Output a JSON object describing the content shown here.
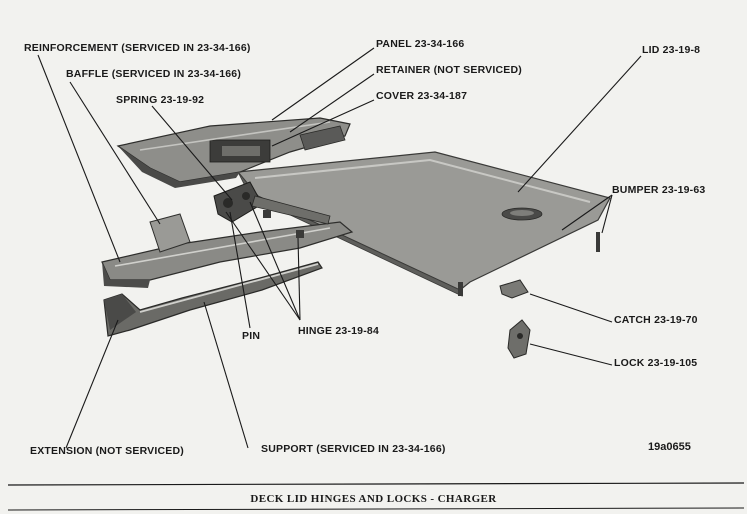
{
  "caption": "DECK LID HINGES AND LOCKS - CHARGER",
  "figure_number": "19a0655",
  "labels": {
    "reinforcement": "REINFORCEMENT (SERVICED IN 23-34-166)",
    "baffle": "BAFFLE (SERVICED IN 23-34-166)",
    "spring": "SPRING 23-19-92",
    "panel": "PANEL 23-34-166",
    "retainer": "RETAINER (NOT SERVICED)",
    "cover": "COVER 23-34-187",
    "lid": "LID 23-19-8",
    "bumper": "BUMPER 23-19-63",
    "catch": "CATCH 23-19-70",
    "lock": "LOCK 23-19-105",
    "pin": "PIN",
    "hinge": "HINGE 23-19-84",
    "extension": "EXTENSION (NOT SERVICED)",
    "support": "SUPPORT (SERVICED IN 23-34-166)"
  },
  "colors": {
    "paper": "#f2f2ef",
    "ink": "#1a1a1a",
    "part_light": "#b8b8b4",
    "part_mid": "#8a8a86",
    "part_dark": "#4a4a48"
  }
}
